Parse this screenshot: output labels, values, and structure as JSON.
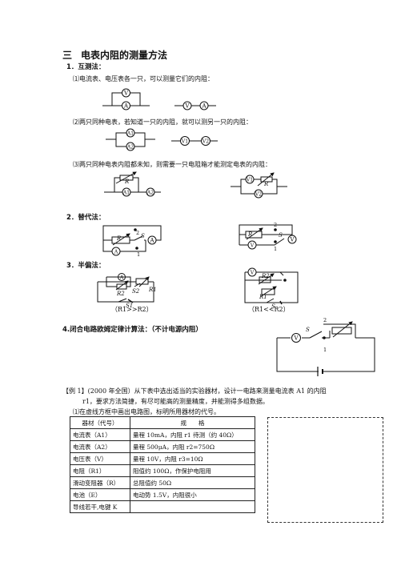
{
  "section": {
    "num": "三",
    "title": "电表内阻的测量方法"
  },
  "m1": {
    "title": "1．互测法：",
    "i1": "⑴电流表、电压表各一只，可以测量它们的内阻：",
    "i2": "⑵两只同种电表，若知道一只的内阻，就可以测另一只的内阻：",
    "i3": "⑶两只同种电表内阻都未知，则需要一只电阻箱才能测定电表的内阻："
  },
  "m2": {
    "title": "2．替代法："
  },
  "m3": {
    "title": "3．半偏法：",
    "cap_left": "（R1>>R2）",
    "cap_right": "（R1<<R2）"
  },
  "m4": {
    "title": "4.闭合电路欧姆定律计算法：（不计电源内阻）"
  },
  "labels": {
    "V": "V",
    "A": "A",
    "A1": "A1",
    "A2": "A2",
    "V1": "V1",
    "V2": "V2",
    "R": "R",
    "R1": "R1",
    "R2": "R2",
    "S": "S",
    "S1": "S1",
    "S2": "S2",
    "n1": "1",
    "n2": "2"
  },
  "example": {
    "line1": "【例 1】(2000 年全国）从下表中选出适当的实验器材，设计一电路来测量电流表 A1 的内阻",
    "line2": "r1，要求方法简捷，有尽可能高的测量精度，并能测得多组数据。",
    "line3": "⑴在虚线方框中画出电路图，标明所用器材的代号。"
  },
  "table": {
    "headers": [
      "器材（代号）",
      "规　　格"
    ],
    "rows": [
      [
        "电流表（A1）",
        "量程 10mA，内阻 r1 待测（约 40Ω）"
      ],
      [
        "电流表（A2）",
        "量程 500μA，内阻 r2=750Ω"
      ],
      [
        "电压表（V）",
        "量程 10V，内阻 r3=10Ω"
      ],
      [
        "电阻（R1）",
        "阻值约 100Ω，作保护电阻用"
      ],
      [
        "滑动变阻器（R）",
        "总阻值约 50Ω"
      ],
      [
        "电池（E）",
        "电动势 1.5V，内阻很小"
      ],
      [
        "导线若干,电键 K",
        ""
      ]
    ]
  }
}
